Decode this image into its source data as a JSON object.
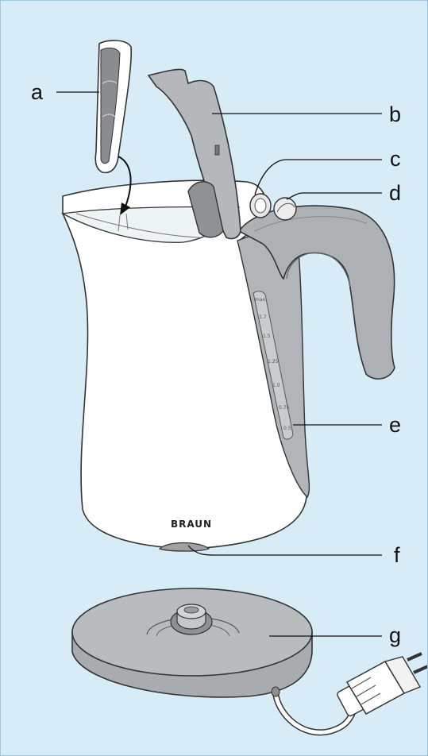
{
  "figure": {
    "brand": "BRAUN",
    "background_color": "#d8ecf7",
    "labels": [
      "a",
      "b",
      "c",
      "d",
      "e",
      "f",
      "g"
    ],
    "water_scale": [
      "max",
      "1.7",
      "1.5",
      "1.25",
      "1.0",
      "0.75",
      "0.5"
    ]
  }
}
